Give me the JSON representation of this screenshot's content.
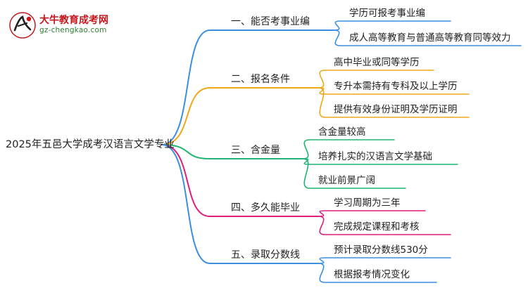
{
  "logo": {
    "title": "大牛教育成考网",
    "url": "gz-chengkao.com"
  },
  "root": {
    "label": "2025年五邑大学成考汉语言文学专业"
  },
  "branches": [
    {
      "label": "一、能否考事业编",
      "color": "#3b8fe0",
      "leaves": [
        "学历可报考事业编",
        "成人高等教育与普通高等教育同等效力"
      ]
    },
    {
      "label": "二、报名条件",
      "color": "#f0a818",
      "leaves": [
        "高中毕业或同等学历",
        "专升本需持有专科及以上学历",
        "提供有效身份证明及学历证明"
      ]
    },
    {
      "label": "三、含金量",
      "color": "#22b573",
      "leaves": [
        "含金量较高",
        "培养扎实的汉语言文学基础",
        "就业前景广阔"
      ]
    },
    {
      "label": "四、多久能毕业",
      "color": "#e01d7c",
      "leaves": [
        "学习周期为三年",
        "完成规定课程和考核"
      ]
    },
    {
      "label": "五、录取分数线",
      "color": "#3b8fe0",
      "leaves": [
        "预计录取分数线530分",
        "根据报考情况变化"
      ]
    }
  ]
}
